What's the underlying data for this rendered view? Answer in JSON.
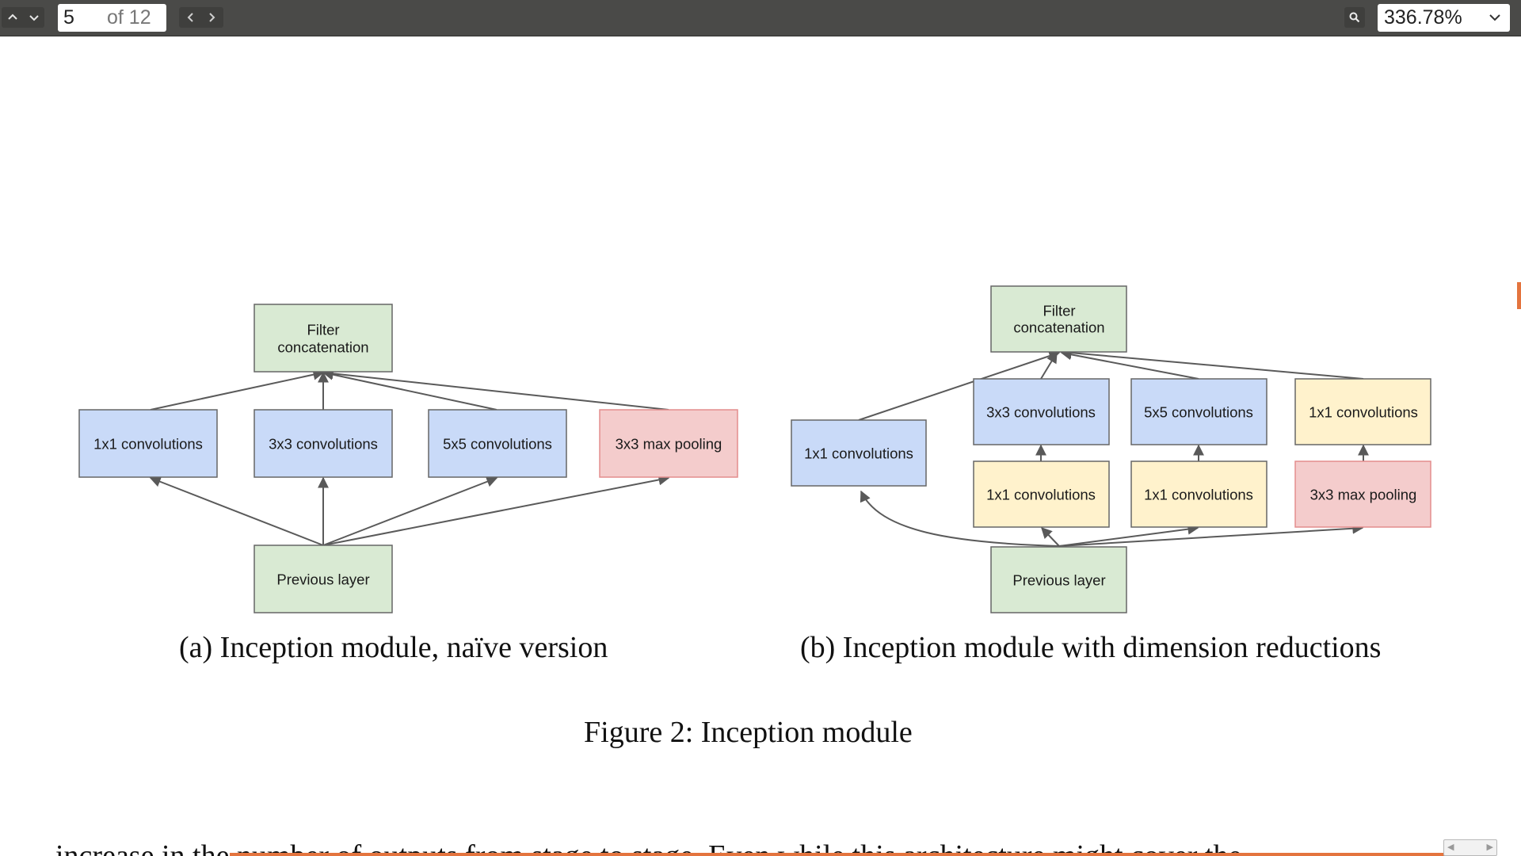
{
  "toolbar": {
    "prev_icon": "chevron-up-icon",
    "next_icon": "chevron-down-icon",
    "page_current": "5",
    "page_total": "of 12",
    "back_icon": "chevron-left-icon",
    "forward_icon": "chevron-right-icon",
    "search_icon": "search-icon",
    "zoom_value": "336.78%",
    "zoom_caret_icon": "chevron-down-icon"
  },
  "figure_a": {
    "top": "Filter concatenation",
    "top_line1": "Filter",
    "top_line2": "concatenation",
    "branch1": "1x1 convolutions",
    "branch2": "3x3 convolutions",
    "branch3": "5x5 convolutions",
    "branch4": "3x3 max pooling",
    "bottom": "Previous layer",
    "caption": "(a)  Inception module, naïve version"
  },
  "figure_b": {
    "top_line1": "Filter",
    "top_line2": "concatenation",
    "left": "1x1 convolutions",
    "upper1": "3x3 convolutions",
    "upper2": "5x5 convolutions",
    "upper3": "1x1 convolutions",
    "lower1": "1x1 convolutions",
    "lower2": "1x1 convolutions",
    "lower3": "3x3 max pooling",
    "bottom": "Previous layer",
    "caption": "(b)  Inception module with dimension reductions"
  },
  "figure_caption": "Figure 2: Inception module",
  "cut_text": "increase in the number of outputs from stage to stage. Even while this architecture might cover the",
  "colors": {
    "green": "#d9ead3",
    "blue": "#c9daf8",
    "pink": "#f4cccc",
    "yellow": "#fff2cc",
    "accent": "#e4743e"
  }
}
